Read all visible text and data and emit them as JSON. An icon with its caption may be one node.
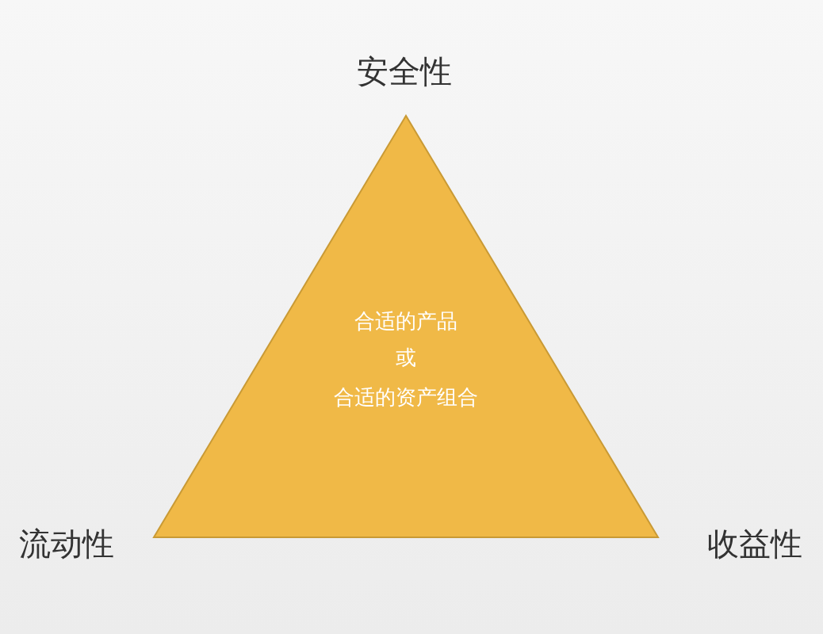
{
  "diagram": {
    "nodes": [
      {
        "text": [
          "合适的产品",
          "或",
          "合适的资产组合"
        ]
      }
    ],
    "edges": [],
    "labels": [
      "安全性",
      "流动性",
      "收益性"
    ]
  }
}
